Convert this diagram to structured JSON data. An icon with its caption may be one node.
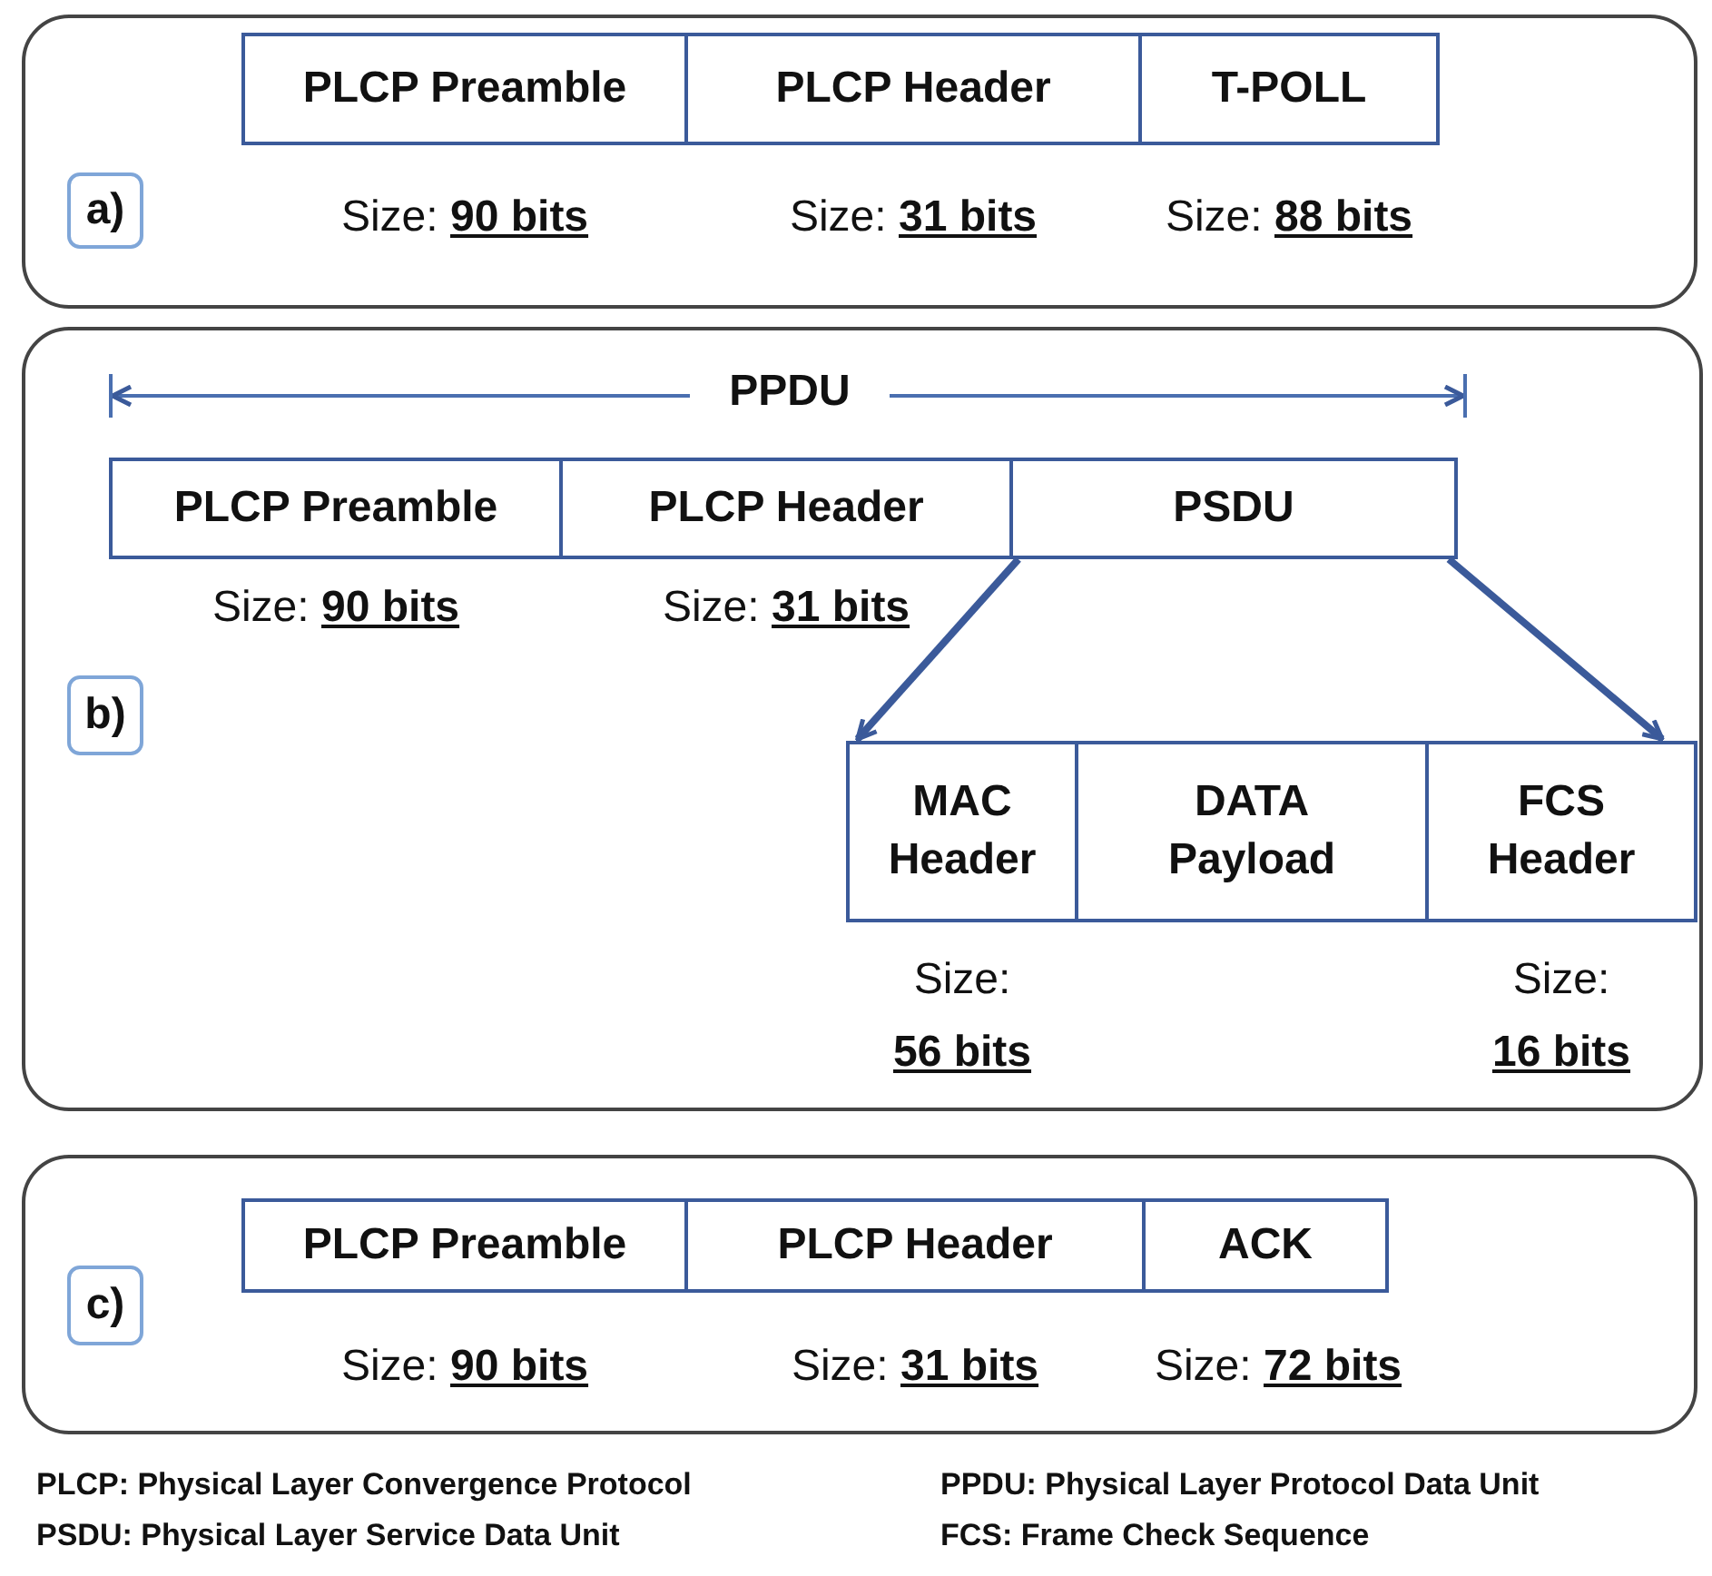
{
  "diagram": {
    "nodes": [
      {
        "text": [],
        "shape": "box"
      },
      {
        "text": [
          "a)"
        ],
        "in": 0
      },
      {
        "text": [
          "PLCP Preamble"
        ],
        "in": 0,
        "beside": [
          "Size: **90 bits**"
        ]
      },
      {
        "text": [
          "PLCP Header"
        ],
        "in": 0,
        "beside": [
          "Size: **31 bits**"
        ]
      },
      {
        "text": [
          "T-POLL"
        ],
        "in": 0,
        "beside": [
          "Size: **88 bits**"
        ]
      },
      {
        "text": [],
        "shape": "box"
      },
      {
        "text": [
          "b)"
        ],
        "in": 5
      },
      {
        "text": [
          "PLCP Preamble"
        ],
        "in": 5,
        "beside": [
          "Size: **90 bits**"
        ]
      },
      {
        "text": [
          "PLCP Header"
        ],
        "in": 5,
        "beside": [
          "Size: **31 bits**"
        ]
      },
      {
        "text": [
          "PSDU"
        ],
        "in": 5
      },
      {
        "text": [
          "MAC Header"
        ],
        "in": 5,
        "beside": [
          "Size: **56 bits**"
        ]
      },
      {
        "text": [
          "DATA Payload"
        ],
        "in": 5
      },
      {
        "text": [
          "FCS Header"
        ],
        "in": 5,
        "beside": [
          "Size: **16 bits**"
        ]
      },
      {
        "text": [],
        "shape": "box"
      },
      {
        "text": [
          "c)"
        ],
        "in": 13
      },
      {
        "text": [
          "PLCP Preamble"
        ],
        "in": 13,
        "beside": [
          "Size: **90 bits**"
        ]
      },
      {
        "text": [
          "PLCP Header"
        ],
        "in": 13,
        "beside": [
          "Size: **31 bits**"
        ]
      },
      {
        "text": [
          "ACK"
        ],
        "in": 13,
        "beside": [
          "Size: **72 bits**"
        ]
      }
    ],
    "edges": [
      {
        "from": 9,
        "to": 10,
        "arrow": "to"
      },
      {
        "from": 9,
        "to": 12,
        "arrow": "to"
      }
    ],
    "labels": [
      "PPDU",
      "PLCP: Physical Layer Convergence Protocol",
      "PPDU: Physical Layer Protocol Data Unit",
      "PSDU: Physical Layer Service Data Unit",
      "FCS: Frame Check Sequence"
    ]
  }
}
